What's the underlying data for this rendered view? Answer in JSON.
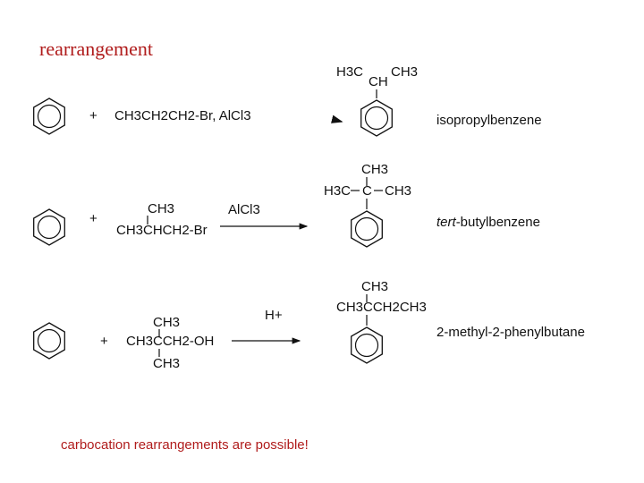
{
  "slide": {
    "title": "rearrangement",
    "footer": "carbocation rearrangements are possible!"
  },
  "reactions": [
    {
      "plus": "+",
      "reagent_main": "CH3CH2CH2-Br, AlCl3",
      "product_top_left": "H3C",
      "product_top_right": "CH3",
      "product_top_center": "CH",
      "product_name": "isopropylbenzene"
    },
    {
      "plus": "+",
      "reagent_top": "CH3",
      "reagent_main": "CH3CHCH2-Br",
      "catalyst": "AlCl3",
      "product_top": "CH3",
      "product_left": "H3C",
      "product_center": "C",
      "product_right": "CH3",
      "product_name_prefix": "tert",
      "product_name_suffix": "-butylbenzene"
    },
    {
      "plus": "+",
      "reagent_top": "CH3",
      "reagent_main": "CH3CCH2-OH",
      "reagent_bottom": "CH3",
      "catalyst": "H+",
      "product_top": "CH3",
      "product_main": "CH3CCH2CH3",
      "product_name": "2-methyl-2-phenylbutane"
    }
  ]
}
